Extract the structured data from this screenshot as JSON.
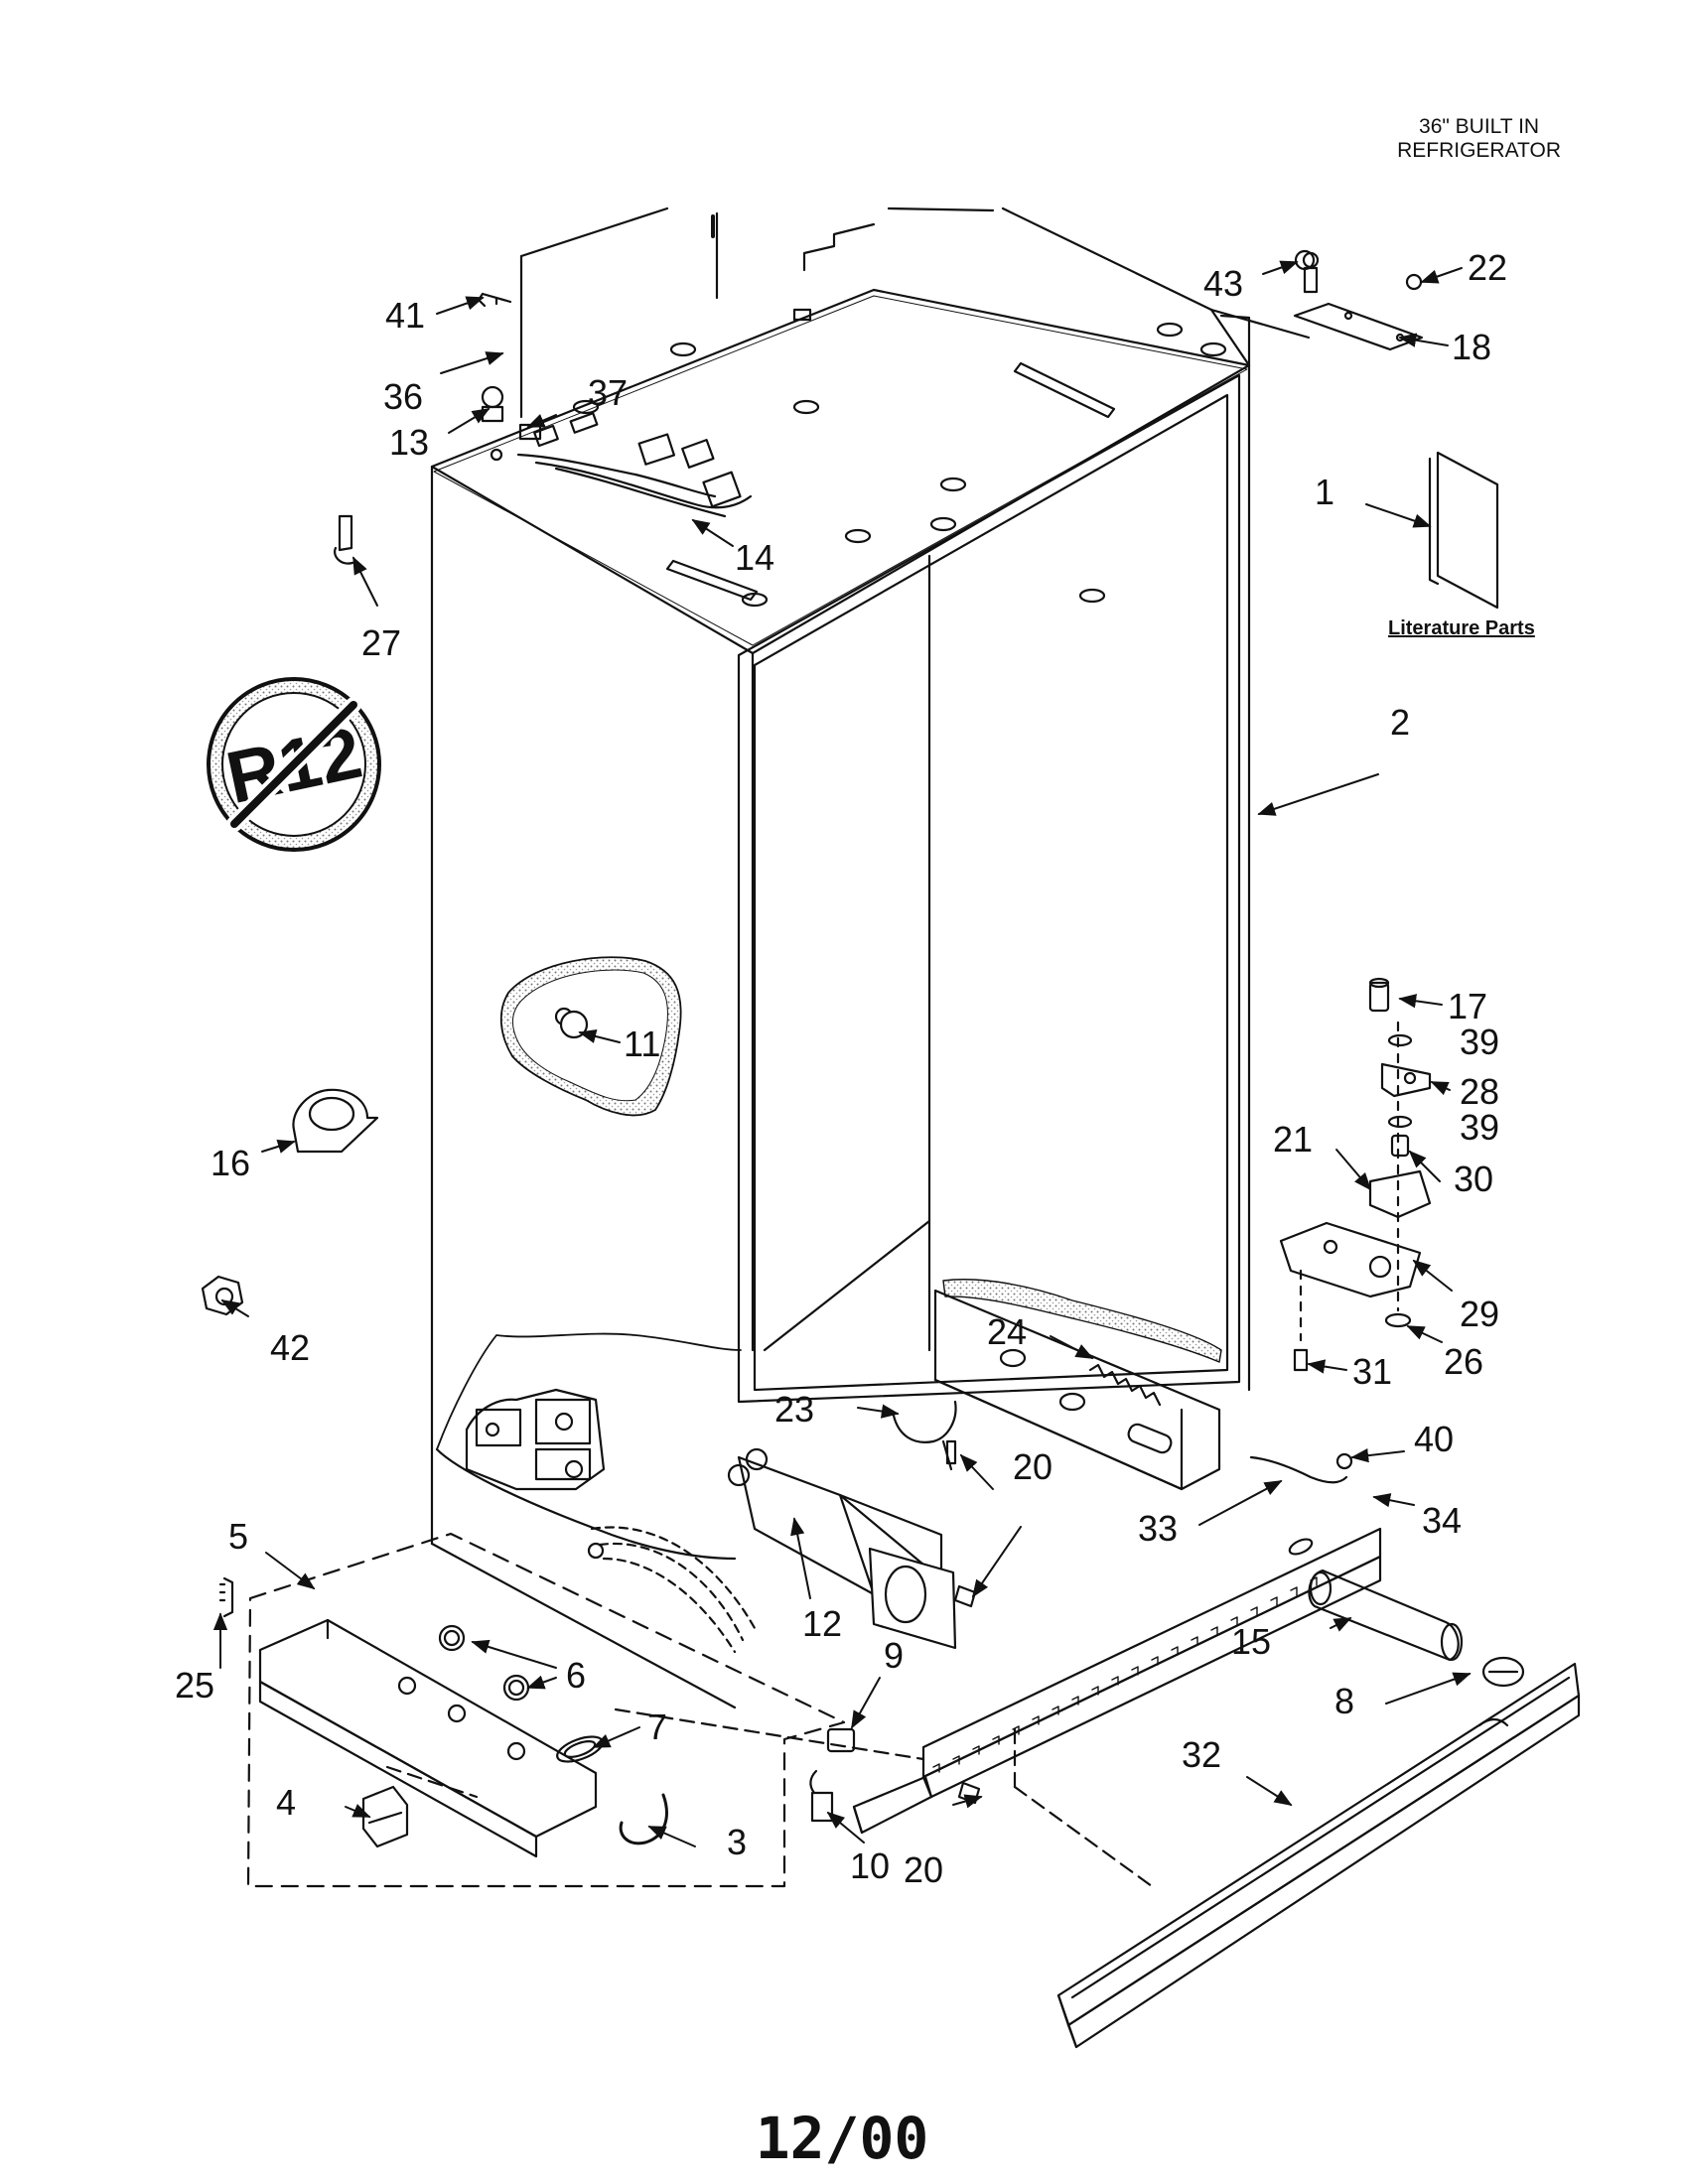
{
  "header": {
    "line1": "36\" BUILT IN",
    "line2": "REFRIGERATOR"
  },
  "literature_label": "Literature Parts",
  "footer_date": "12/00",
  "r12_symbol_text": "R12",
  "colors": {
    "ink": "#111111",
    "paper": "#ffffff",
    "stipple": "#9a9a9a"
  },
  "callouts": [
    "1",
    "2",
    "3",
    "4",
    "5",
    "6",
    "7",
    "8",
    "9",
    "10",
    "11",
    "12",
    "13",
    "14",
    "15",
    "16",
    "17",
    "18",
    "20",
    "20",
    "20",
    "21",
    "22",
    "23",
    "24",
    "25",
    "26",
    "27",
    "28",
    "29",
    "30",
    "31",
    "32",
    "33",
    "34",
    "36",
    "37",
    "39",
    "39",
    "40",
    "41",
    "42",
    "43"
  ]
}
